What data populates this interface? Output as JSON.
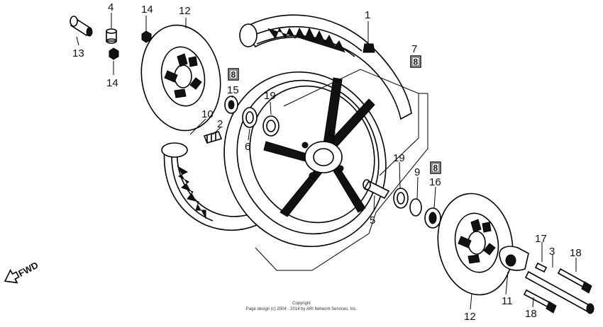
{
  "diagram": {
    "callouts": {
      "c1": "1",
      "c2": "2",
      "c3": "3",
      "c4": "4",
      "c5": "5",
      "c6": "6",
      "c7": "7",
      "c9": "9",
      "c10": "10",
      "c11": "11",
      "c12a": "12",
      "c12b": "12",
      "c13": "13",
      "c14a": "14",
      "c14b": "14",
      "c15": "15",
      "c16": "16",
      "c17": "17",
      "c18a": "18",
      "c18b": "18",
      "c19a": "19",
      "c19b": "19"
    },
    "boxed_callouts": {
      "b8a": "8",
      "b8b": "8",
      "b8c": "8"
    },
    "direction_label": "FWD",
    "copyright": {
      "line1": "Copyright",
      "line2": "Page design (c) 2004 - 2014 by ARI Network Services, Inc."
    }
  }
}
